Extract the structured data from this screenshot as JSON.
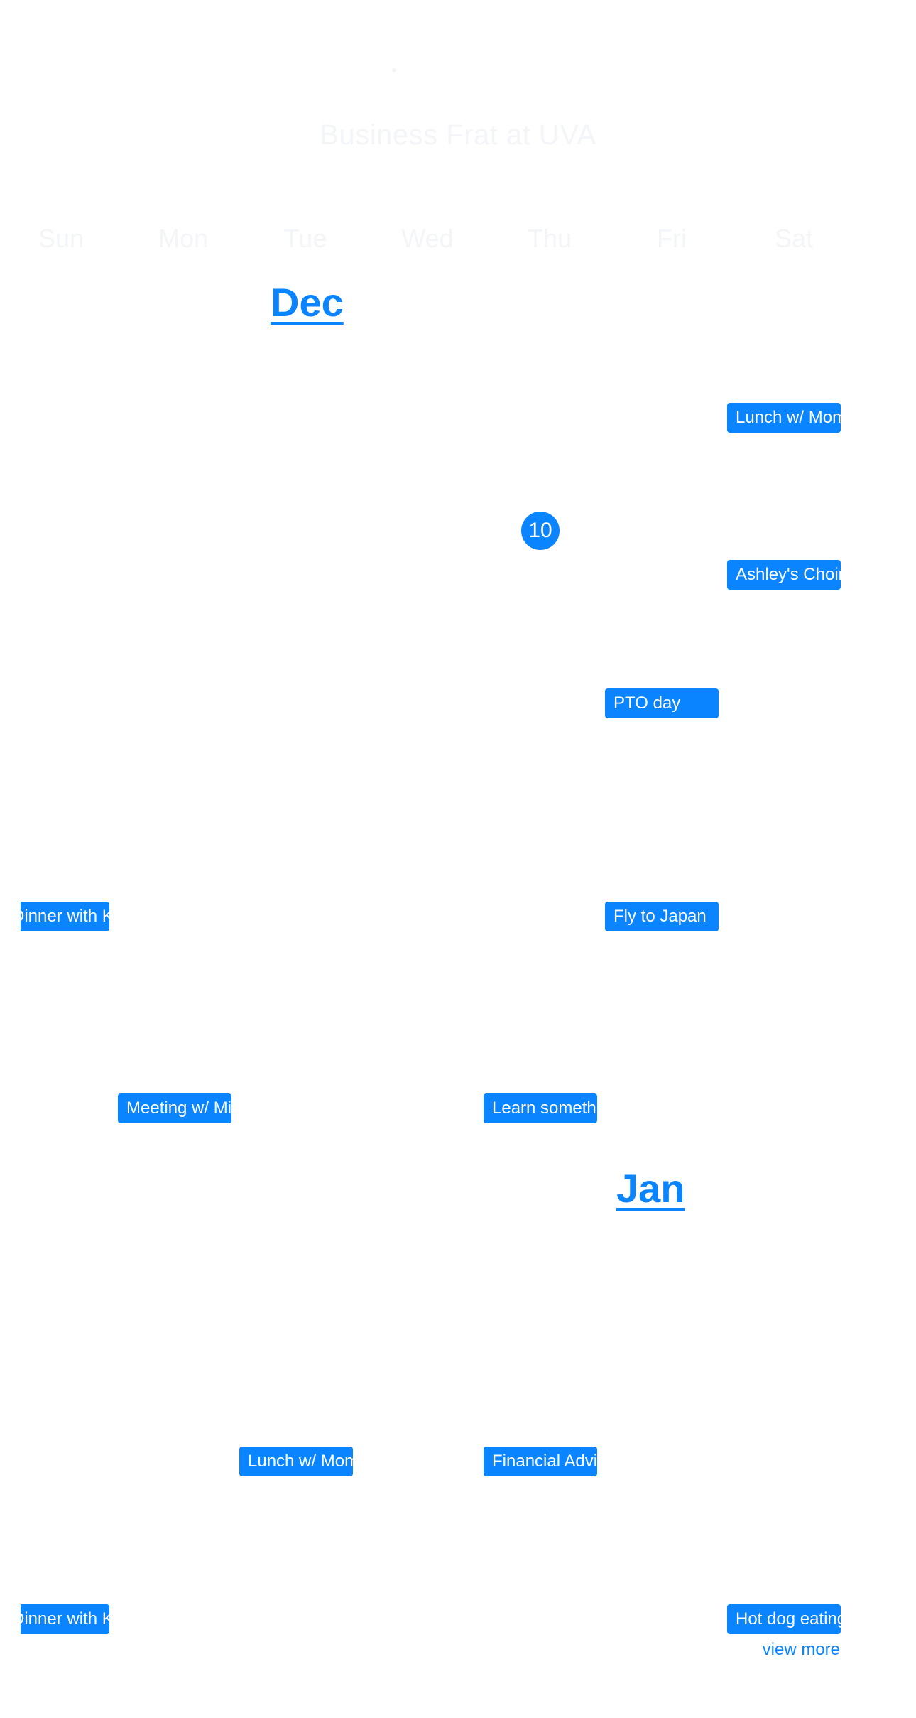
{
  "app": {
    "title": "Business Frat at UVA"
  },
  "weekdays": [
    "Sun",
    "Mon",
    "Tue",
    "Wed",
    "Thu",
    "Fri",
    "Sat"
  ],
  "months": {
    "dec": "Dec",
    "jan": "Jan"
  },
  "today": "10",
  "events": {
    "lunch_mon_1": "Lunch w/ Mom",
    "ashley_choir": "Ashley's Choir",
    "pto_day": "PTO day",
    "dinner_1": "Dinner with Kate",
    "fly_japan": "Fly to Japan",
    "meeting": "Meeting w/ Mike",
    "learn": "Learn something",
    "lunch_mon_2": "Lunch w/ Mom",
    "financial": "Financial Advisor",
    "dinner_2": "Dinner with Kate",
    "hotdog": "Hot dog eating"
  },
  "view_more": "view more",
  "colors": {
    "accent": "#0a84ff",
    "faint": "#f3f5f8"
  }
}
